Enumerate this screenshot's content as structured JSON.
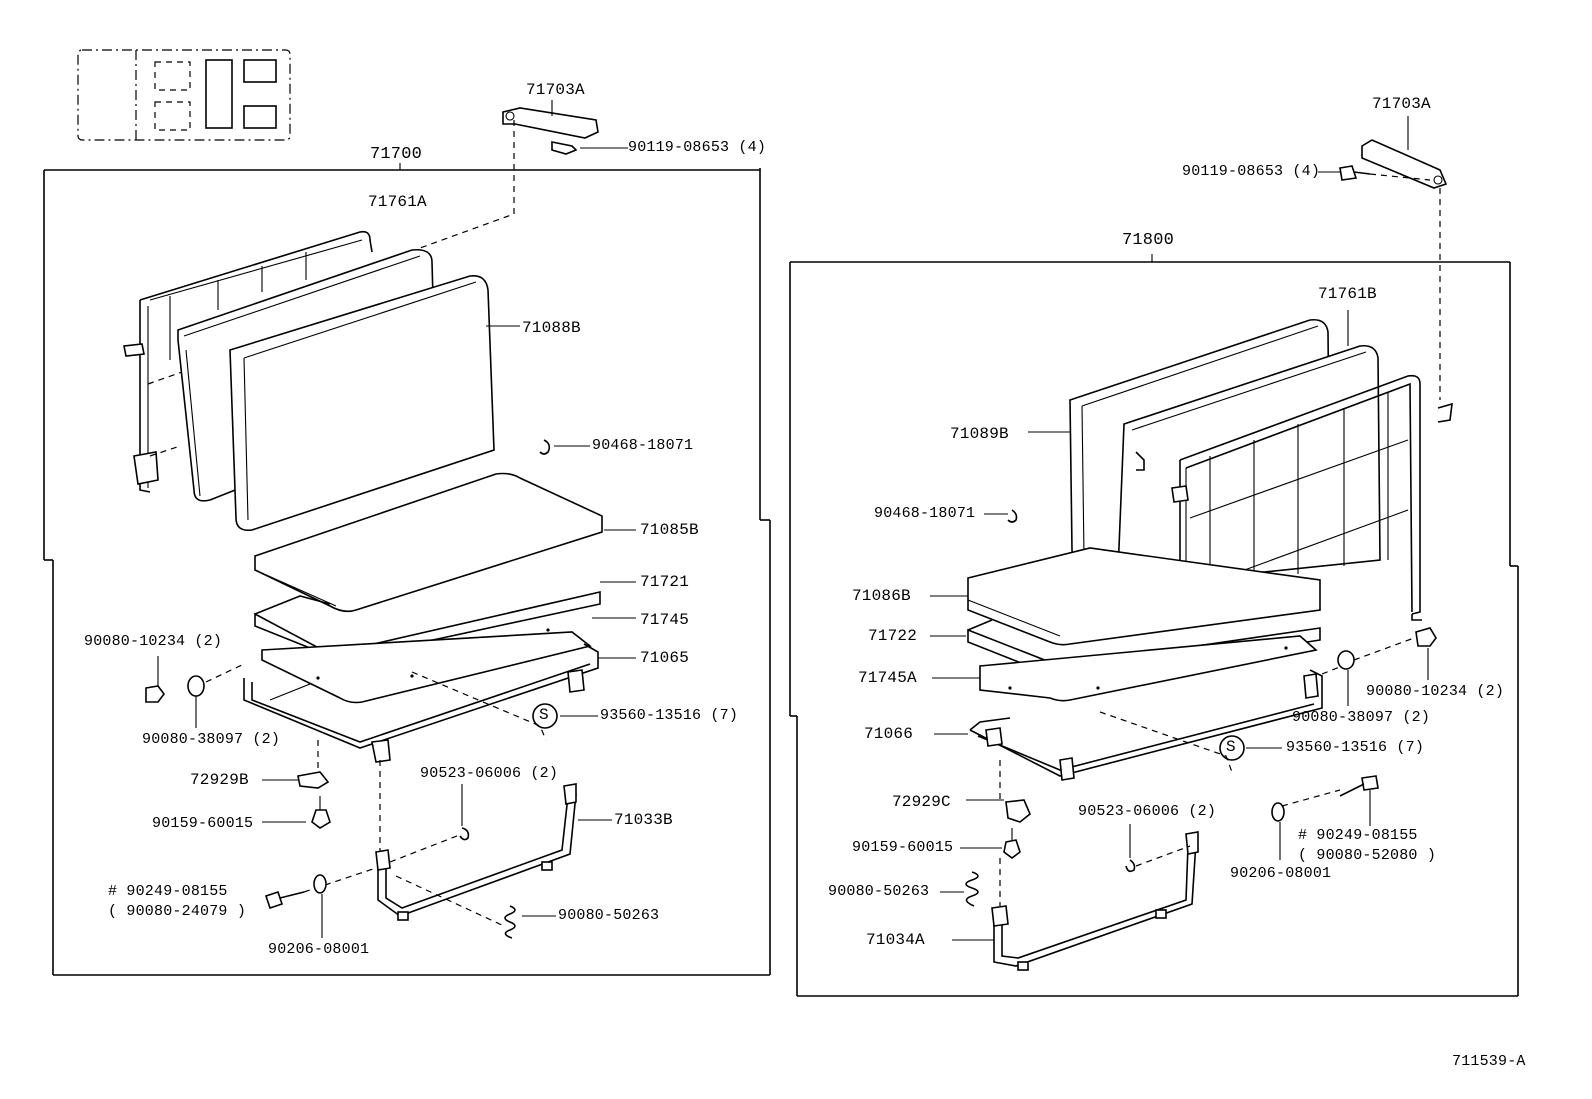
{
  "diagram_id": "711539-A",
  "left_assembly": {
    "assembly": "71700",
    "parts": {
      "hinge": "71703A",
      "hinge_bolt": "90119-08653 (4)",
      "back_frame": "71761A",
      "back_cushion": "71088B",
      "clip": "90468-18071",
      "seat_cushion": "71085B",
      "seat_pad": "71721",
      "seat_spring": "71745",
      "seat_frame": "71065",
      "bolt": "90080-10234 (2)",
      "bushing": "90080-38097 (2)",
      "hog_ring": "93560-13516 (7)",
      "bracket": "72929B",
      "clip_b": "90523-06006 (2)",
      "leg": "71033B",
      "screw": "90159-60015",
      "bolt_hash": "# 90249-08155",
      "bolt_alt": "( 90080-24079 )",
      "spring": "90080-50263",
      "washer": "90206-08001"
    }
  },
  "right_assembly": {
    "assembly": "71800",
    "parts": {
      "hinge": "71703A",
      "hinge_bolt": "90119-08653 (4)",
      "back_frame": "71761B",
      "back_cushion": "71089B",
      "clip": "90468-18071",
      "seat_cushion": "71086B",
      "seat_pad": "71722",
      "seat_spring": "71745A",
      "seat_frame": "71066",
      "bolt": "90080-10234 (2)",
      "bushing": "90080-38097 (2)",
      "hog_ring": "93560-13516 (7)",
      "bracket": "72929C",
      "clip_b": "90523-06006 (2)",
      "screw": "90159-60015",
      "bolt_hash": "# 90249-08155",
      "bolt_alt": "( 90080-52080 )",
      "washer": "90206-08001",
      "spring": "90080-50263",
      "leg": "71034A"
    }
  }
}
